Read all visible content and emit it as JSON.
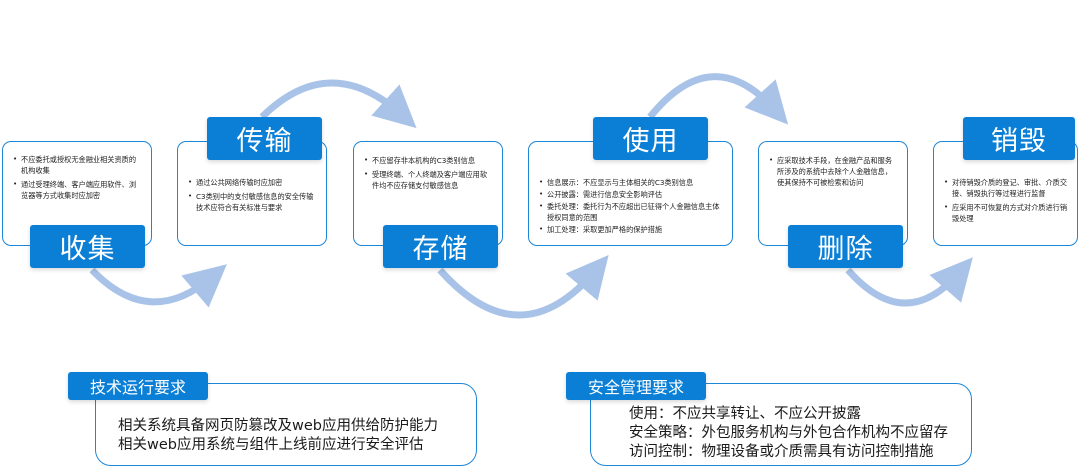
{
  "stages": [
    {
      "label": "收集",
      "items": [
        "不应委托或授权无金融业相关资质的机构收集",
        "通过受理终端、客户端应用软件、浏览器等方式收集时应加密"
      ]
    },
    {
      "label": "传输",
      "items": [
        "通过公共网络传输时应加密",
        "C3类别中的支付敏感信息的安全传输技术应符合有关标准与要求"
      ]
    },
    {
      "label": "存储",
      "items": [
        "不应留存非本机构的C3类别信息",
        "受理终端、个人终端及客户端应用软件均不应存储支付敏感信息"
      ]
    },
    {
      "label": "使用",
      "items": [
        "信息展示：不应显示与主体相关的C3类别信息",
        "公开披露：需进行信息安全影响评估",
        "委托处理：委托行为不应超出已征得个人金融信息主体授权同意的范围",
        "加工处理：采取更加严格的保护措施"
      ]
    },
    {
      "label": "删除",
      "items": [
        "应采取技术手段，在金融产品和服务所涉及的系统中去除个人金融信息，使其保持不可被检索和访问"
      ]
    },
    {
      "label": "销毁",
      "items": [
        "对待销毁介质的登记、审批、介质交接、销毁执行等过程进行监督",
        "应采用不可恢复的方式对介质进行销毁处理"
      ]
    }
  ],
  "tech_requirements": {
    "title": "技术运行要求",
    "lines": [
      "相关系统具备网页防篡改及web应用供给防护能力",
      "相关web应用系统与组件上线前应进行安全评估"
    ]
  },
  "security_requirements": {
    "title": "安全管理要求",
    "lines": [
      "使用：不应共享转让、不应公开披露",
      "安全策略：外包服务机构与外包合作机构不应留存",
      "访问控制：物理设备或介质需具有访问控制措施"
    ]
  },
  "colors": {
    "accent": "#0b7fd6",
    "arrow": "#a9c3e8",
    "border": "#1e86d6"
  }
}
